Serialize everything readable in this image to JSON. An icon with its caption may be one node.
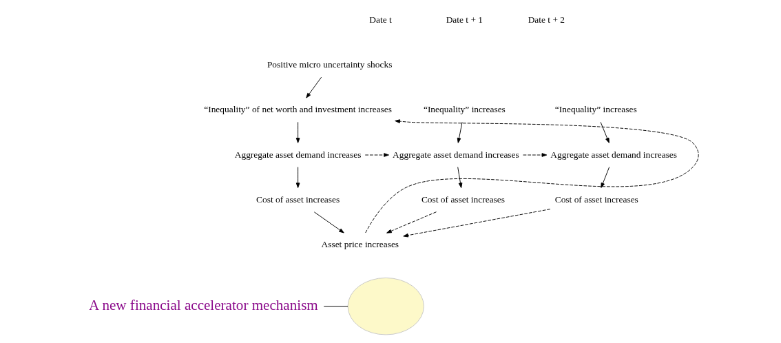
{
  "diagram": {
    "nodes": [
      {
        "text": [],
        "shape": "circle"
      },
      {
        "text": [
          "Positive micro uncertainty shocks"
        ]
      },
      {
        "text": [
          "“Inequality” of net worth and investment increases"
        ]
      },
      {
        "text": [
          "Aggregate asset demand increases"
        ]
      },
      {
        "text": [
          "Cost of asset increases"
        ]
      },
      {
        "text": [
          "Asset price increases"
        ]
      },
      {
        "text": [
          "“Inequality” increases"
        ]
      },
      {
        "text": [
          "Aggregate asset demand increases"
        ]
      },
      {
        "text": [
          "Cost of asset increases"
        ]
      },
      {
        "text": [
          "“Inequality” increases"
        ]
      },
      {
        "text": [
          "Aggregate asset demand increases"
        ]
      },
      {
        "text": [
          "Cost of asset increases"
        ]
      },
      {
        "text": [
          "A new financial accelerator mechanism"
        ]
      }
    ],
    "edges": [
      {
        "from": 1,
        "to": 2,
        "arrow": "to"
      },
      {
        "from": 2,
        "to": 3,
        "arrow": "to"
      },
      {
        "from": 3,
        "to": 4,
        "arrow": "to"
      },
      {
        "from": 4,
        "to": 5,
        "arrow": "to"
      },
      {
        "from": 5,
        "to": 2,
        "arrow": "to",
        "style": "dashed"
      },
      {
        "from": 3,
        "to": 7,
        "arrow": "to",
        "style": "dashed"
      },
      {
        "from": 7,
        "to": 10,
        "arrow": "to",
        "style": "dashed"
      },
      {
        "from": 6,
        "to": 7,
        "arrow": "to"
      },
      {
        "from": 7,
        "to": 8,
        "arrow": "to"
      },
      {
        "from": 9,
        "to": 10,
        "arrow": "to"
      },
      {
        "from": 10,
        "to": 11,
        "arrow": "to"
      },
      {
        "from": 8,
        "to": 5,
        "arrow": "to",
        "style": "dashed"
      },
      {
        "from": 11,
        "to": 5,
        "arrow": "to",
        "style": "dashed"
      },
      {
        "from": 12,
        "to": 0,
        "arrow": "none"
      }
    ],
    "labels": [
      "Date t",
      "Date t + 1",
      "Date t + 2"
    ]
  }
}
